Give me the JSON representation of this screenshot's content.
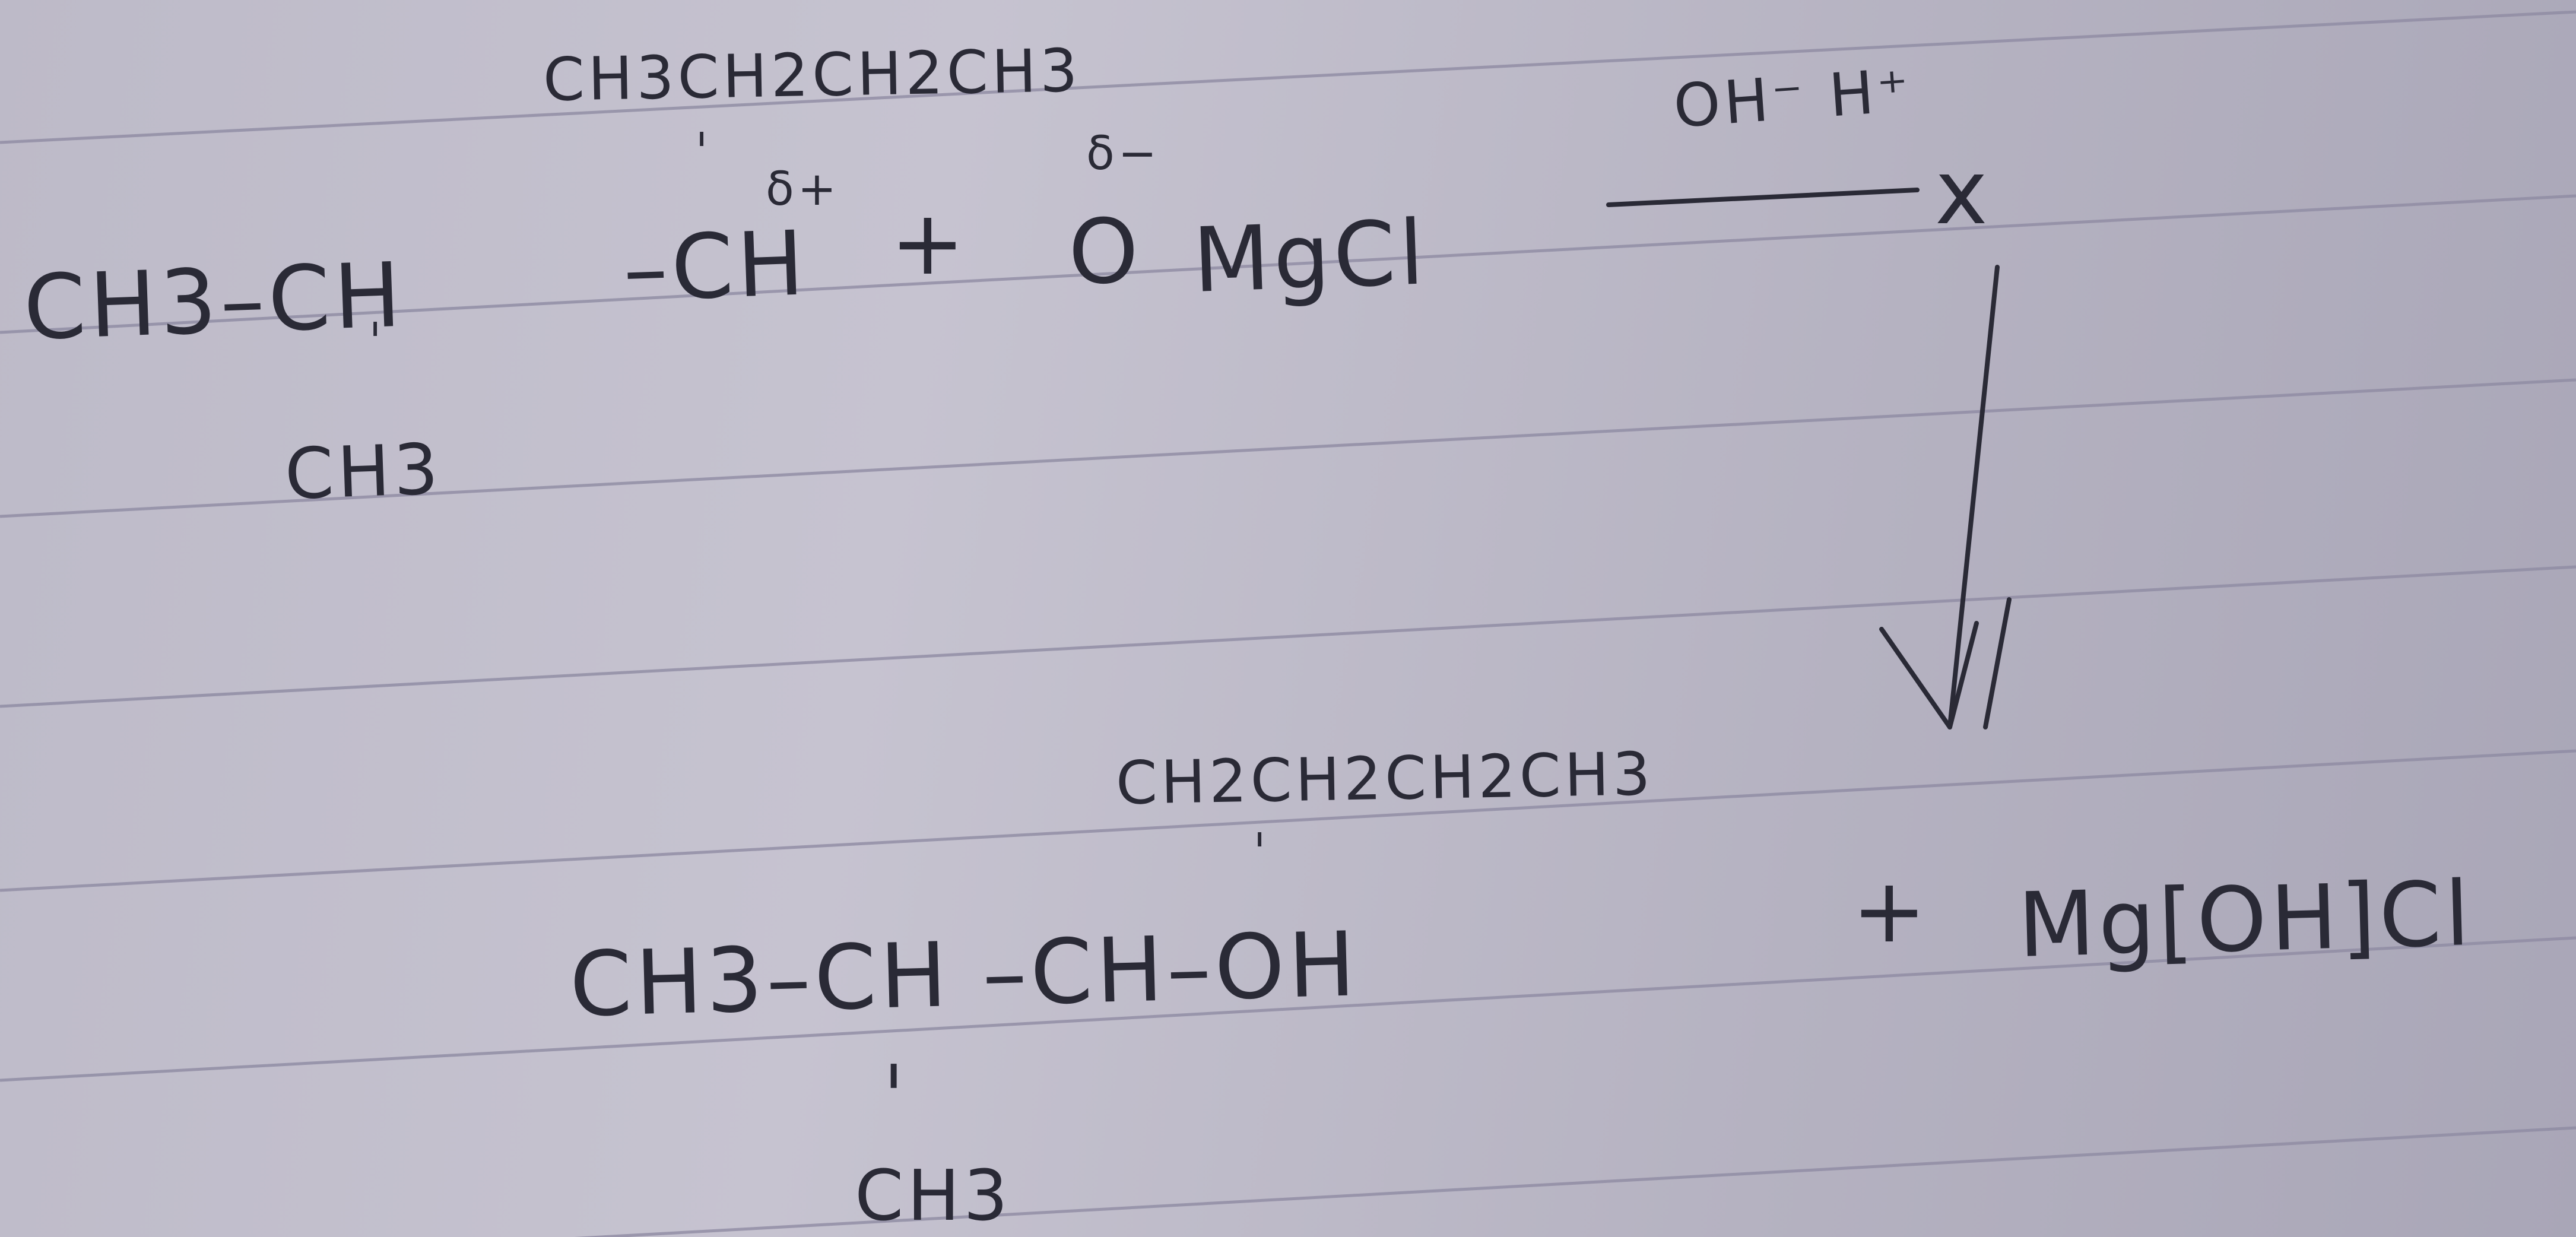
{
  "note": {
    "reactant_chain": "CH3CH2CH2CH3",
    "reactant_main_left": "CH3–CH",
    "reactant_main_center": "–CH",
    "reactant_branch": "CH3",
    "partial_positive": "δ+",
    "plus_1": "+",
    "reagent_oxygen": "O",
    "partial_negative": "δ−",
    "reagent_rest": "MgCl",
    "conditions": "OH⁻ H⁺",
    "conditions_mark": "x",
    "product_chain": "CH2CH2CH2CH3",
    "product_main": "CH3–CH –CH–OH",
    "product_branch": "CH3",
    "plus_2": "+",
    "byproduct": "Mg[OH]Cl"
  }
}
